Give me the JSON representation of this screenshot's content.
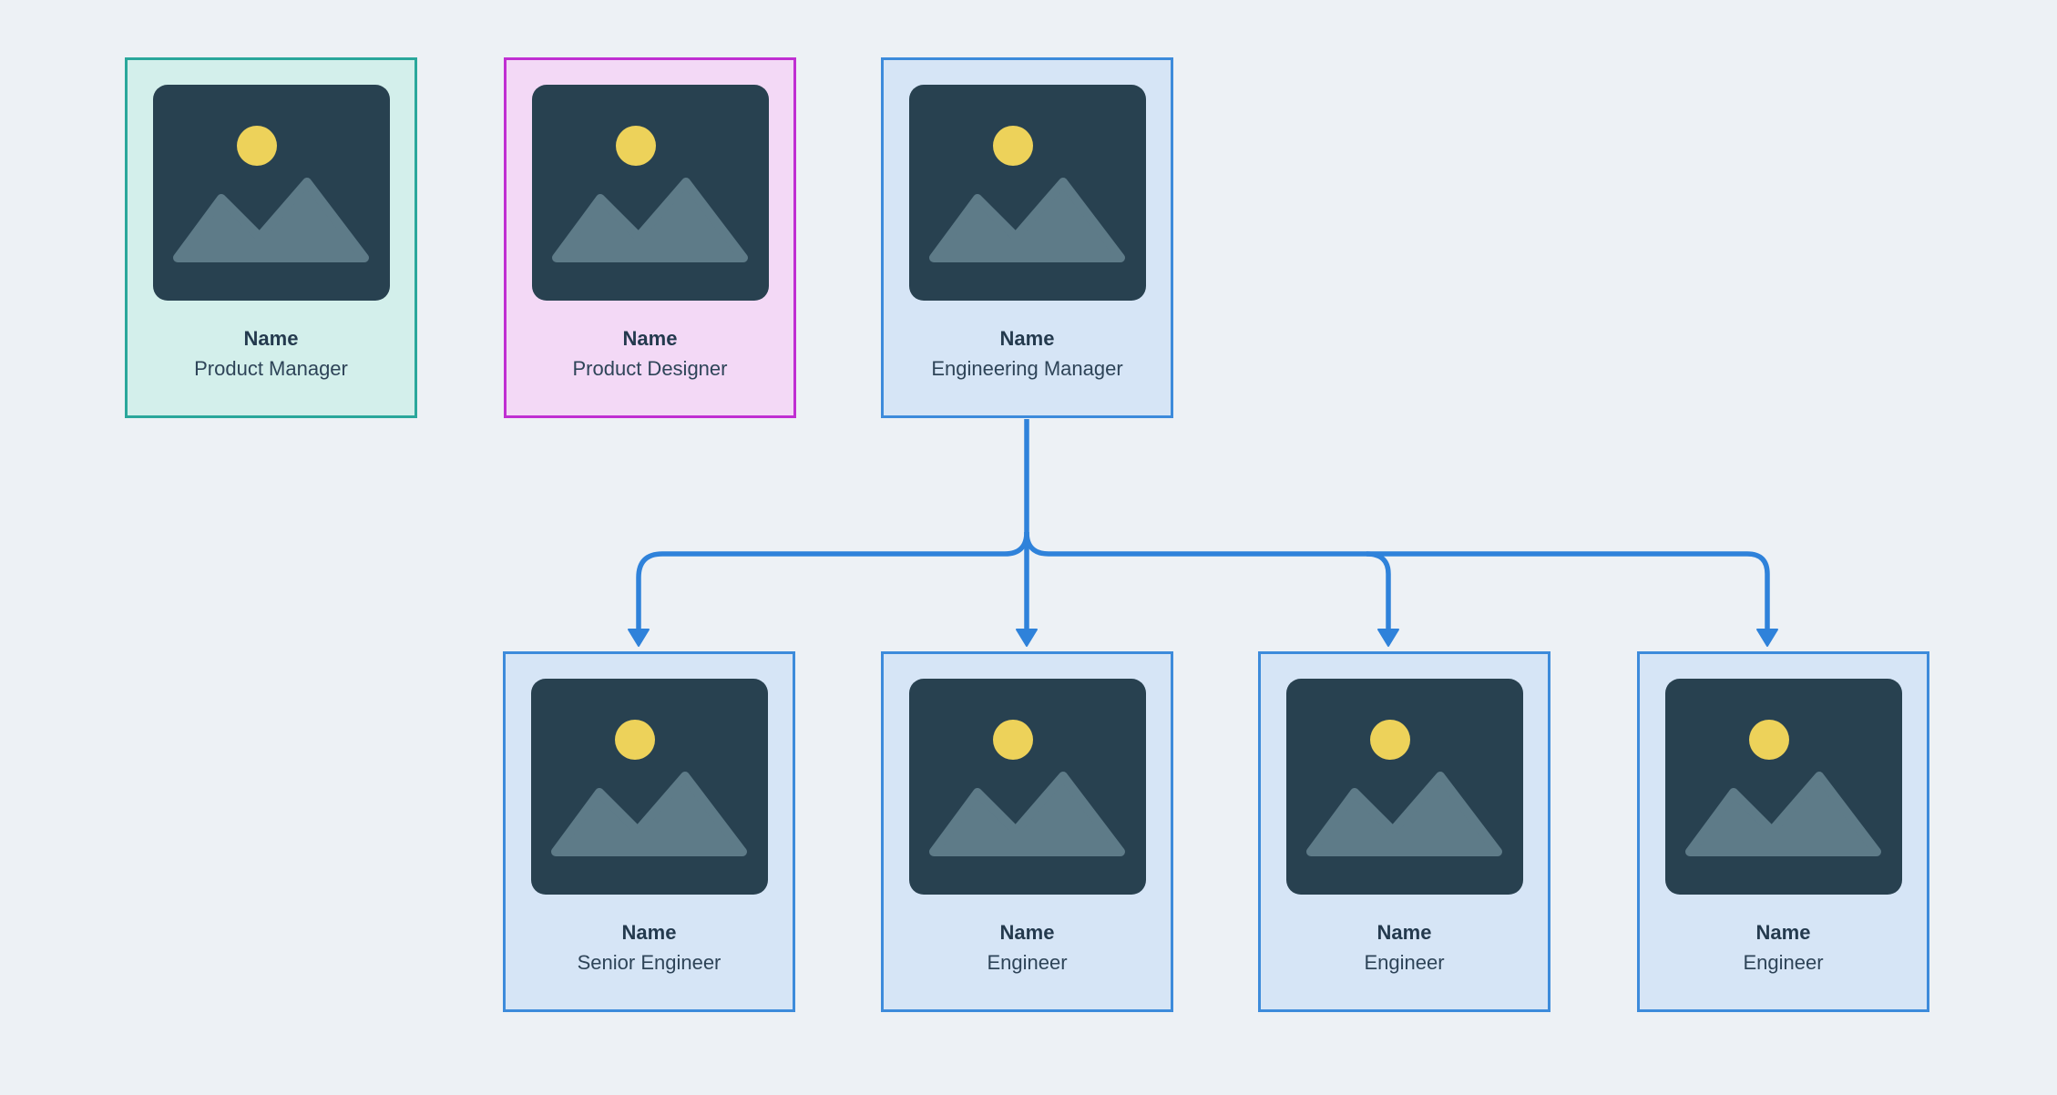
{
  "page": {
    "background_color": "#edf1f5",
    "kind": "organization chart diagram"
  },
  "org_chart": {
    "top_row": [
      {
        "name": "Name",
        "role": "Product Manager",
        "theme": "teal",
        "border_color": "#2aa79b",
        "fill_color": "#d3efeb"
      },
      {
        "name": "Name",
        "role": "Product Designer",
        "theme": "magenta",
        "border_color": "#c02fd2",
        "fill_color": "#f3d9f6"
      },
      {
        "name": "Name",
        "role": "Engineering Manager",
        "theme": "blue",
        "border_color": "#3d8bdb",
        "fill_color": "#d6e5f6"
      }
    ],
    "bottom_row": [
      {
        "name": "Name",
        "role": "Senior Engineer",
        "theme": "blue",
        "border_color": "#3d8bdb",
        "fill_color": "#d6e5f6"
      },
      {
        "name": "Name",
        "role": "Engineer",
        "theme": "blue",
        "border_color": "#3d8bdb",
        "fill_color": "#d6e5f6"
      },
      {
        "name": "Name",
        "role": "Engineer",
        "theme": "blue",
        "border_color": "#3d8bdb",
        "fill_color": "#d6e5f6"
      },
      {
        "name": "Name",
        "role": "Engineer",
        "theme": "blue",
        "border_color": "#3d8bdb",
        "fill_color": "#d6e5f6"
      }
    ],
    "edges": [
      {
        "from": "Engineering Manager",
        "to": "Senior Engineer"
      },
      {
        "from": "Engineering Manager",
        "to": "Engineer"
      },
      {
        "from": "Engineering Manager",
        "to": "Engineer"
      },
      {
        "from": "Engineering Manager",
        "to": "Engineer"
      }
    ],
    "connector_color": "#2f82da",
    "icons": {
      "photo_placeholder": "image-placeholder (dark frame with sun and mountains)",
      "sun_color": "#edd25a",
      "mountain_color": "#5e7b88",
      "frame_color": "#284150"
    }
  }
}
